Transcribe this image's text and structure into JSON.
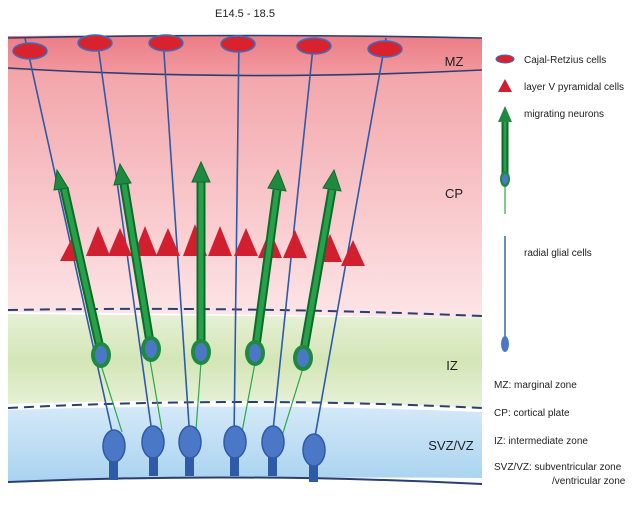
{
  "title": "E14.5 - 18.5",
  "zones": {
    "mz": "MZ",
    "cp": "CP",
    "iz": "IZ",
    "svz": "SVZ/VZ"
  },
  "legend": {
    "cajal_retzius": "Cajal-Retzius cells",
    "pyramidal": "layer V pyramidal cells",
    "migrating": "migrating neurons",
    "radial_glia": "radial glial cells"
  },
  "abbreviations": {
    "mz": "MZ: marginal zone",
    "cp": "CP: cortical plate",
    "iz": "IZ: intermediate zone",
    "svz_1": "SVZ/VZ: subventricular zone",
    "svz_2": "/ventricular zone"
  },
  "colors": {
    "mz_band": "#e8707a",
    "cp_top": "#f09aa0",
    "cp_bottom": "#fbdde0",
    "iz_band": "#d6e8bd",
    "svz_band": "#bcdcf3",
    "glia_line": "#2f5aa8",
    "glia_body": "#4b78c6",
    "neuron_green": "#1f8a3f",
    "pyramid_red": "#d21f30",
    "cr_red": "#d8232f"
  }
}
